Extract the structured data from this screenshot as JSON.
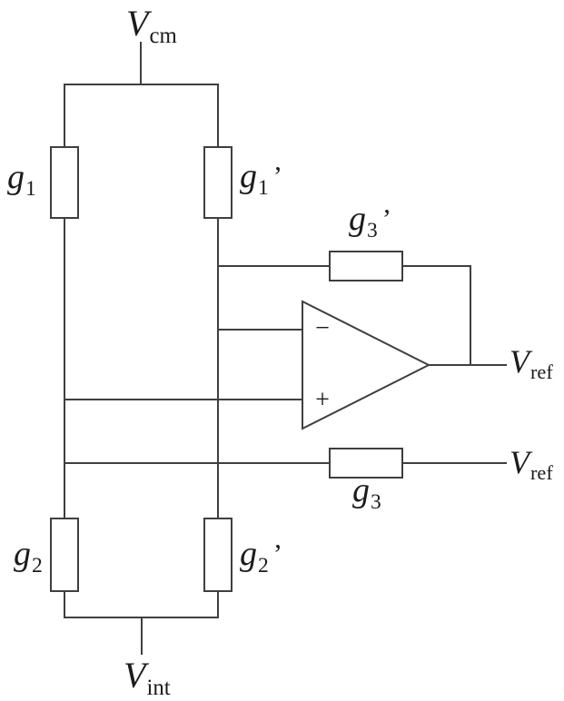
{
  "diagram": {
    "labels": {
      "vcm": {
        "main": "V",
        "sub": "cm"
      },
      "g1": {
        "main": "g",
        "sub": "1"
      },
      "g1p": {
        "main": "g",
        "sub": "1",
        "prime": "’"
      },
      "g3p": {
        "main": "g",
        "sub": "3",
        "prime": "’"
      },
      "vref_out": {
        "main": "V",
        "sub": "ref"
      },
      "vref_g3": {
        "main": "V",
        "sub": "ref"
      },
      "g3": {
        "main": "g",
        "sub": "3"
      },
      "g2": {
        "main": "g",
        "sub": "2"
      },
      "g2p": {
        "main": "g",
        "sub": "2",
        "prime": "’"
      },
      "vint": {
        "main": "V",
        "sub": "int"
      }
    },
    "opamp": {
      "inverting_sign": "−",
      "noninverting_sign": "+"
    },
    "colors": {
      "wire": "#3f3f3f",
      "text": "#1b1b1b",
      "background": "#ffffff"
    }
  }
}
